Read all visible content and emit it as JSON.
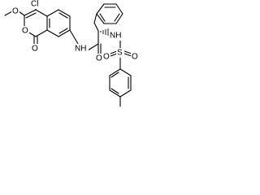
{
  "molecule": {
    "atoms": {
      "chloro": "Cl",
      "methoxy_oxygen": "O",
      "ring_oxygen": "O",
      "carbonyl_oxygen_lactone": "O",
      "amide_nitrogen": "NH",
      "amide_oxygen": "O",
      "sulfonamide_nitrogen": "NH",
      "sulfur": "S",
      "sulfonyl_oxygen_left": "O",
      "sulfonyl_oxygen_right": "O"
    },
    "colors": {
      "ink": "#000000",
      "background": "#ffffff"
    }
  }
}
